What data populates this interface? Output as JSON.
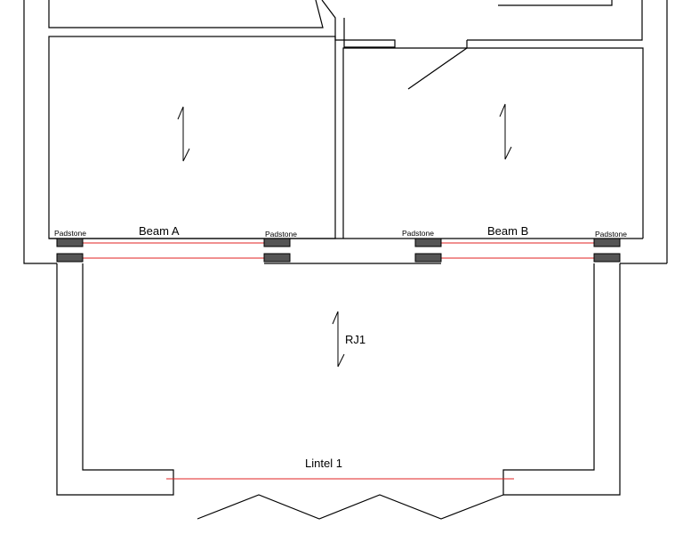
{
  "labels": {
    "beam_a": "Beam A",
    "beam_b": "Beam B",
    "rj1": "RJ1",
    "lintel_1": "Lintel 1",
    "padstone": "Padstone"
  },
  "colors": {
    "beam": "#e02020",
    "padstone_fill": "#555555",
    "wall": "#000000"
  }
}
